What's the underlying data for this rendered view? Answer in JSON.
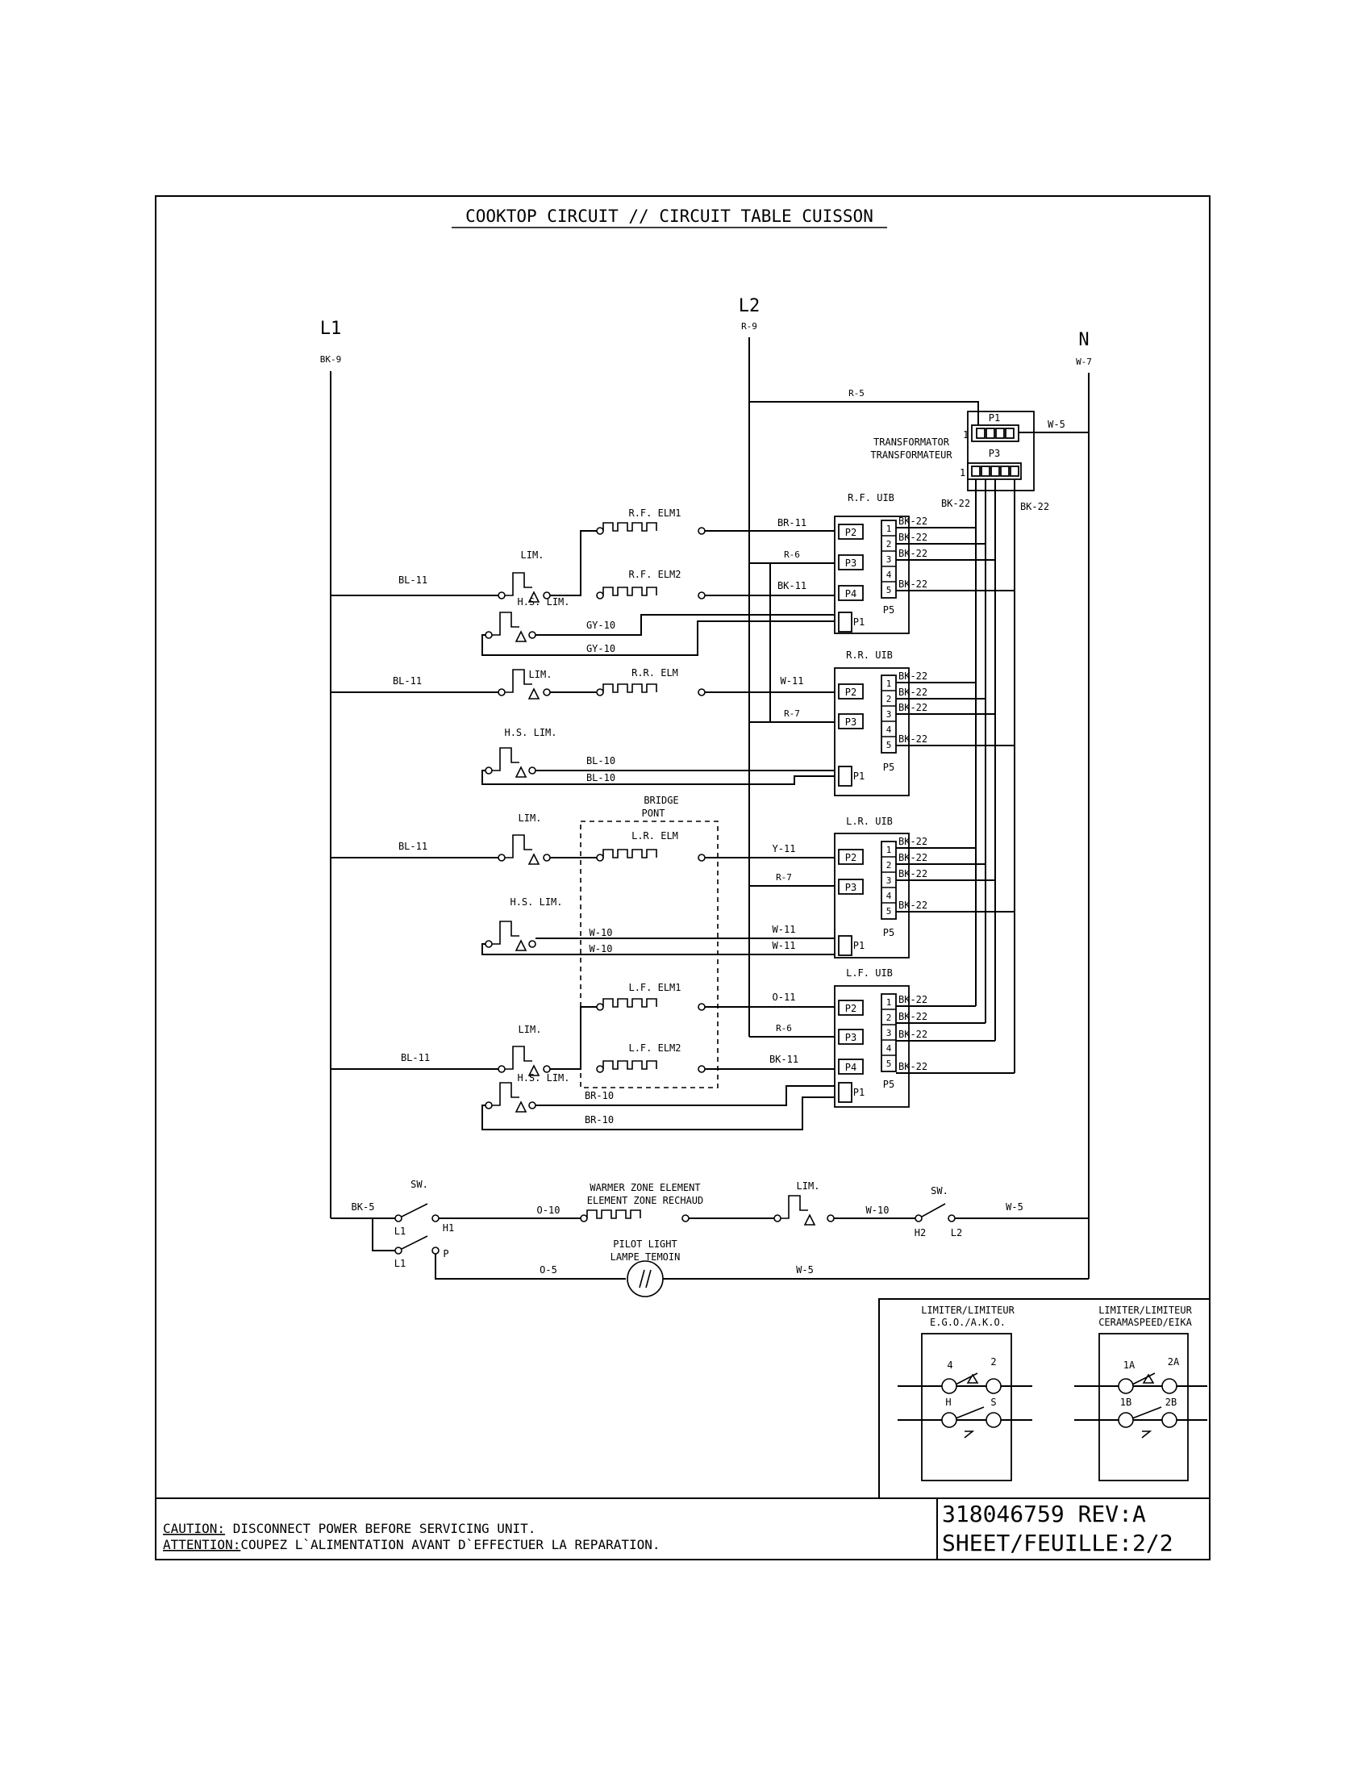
{
  "title": "COOKTOP CIRCUIT // CIRCUIT TABLE CUISSON",
  "supply": {
    "l1": "L1",
    "l1_wire": "BK-9",
    "l2": "L2",
    "l2_wire": "R-9",
    "n": "N",
    "n_wire": "W-7"
  },
  "transformer": {
    "name": "TRANSFORMATOR",
    "name_fr": "TRANSFORMATEUR",
    "p1": "P1",
    "p3": "P3",
    "pin1": "1",
    "wire_r": "R-5",
    "wire_w": "W-5",
    "bk_left": "BK-22",
    "bk_right": "BK-22"
  },
  "uibs": [
    {
      "name": "R.F. UIB",
      "p2": "P2",
      "p3": "P3",
      "p4": "P4",
      "p1": "P1",
      "p5": "P5",
      "wire_p2": "BR-11",
      "wire_p3": "R-6",
      "wire_p4": "BK-11",
      "pins": [
        "1",
        "2",
        "3",
        "4",
        "5"
      ],
      "bk": [
        "BK-22",
        "BK-22",
        "BK-22",
        "BK-22"
      ]
    },
    {
      "name": "R.R. UIB",
      "p2": "P2",
      "p3": "P3",
      "p1": "P1",
      "p5": "P5",
      "wire_p2": "W-11",
      "wire_p3": "R-7",
      "pins": [
        "1",
        "2",
        "3",
        "4",
        "5"
      ],
      "bk": [
        "BK-22",
        "BK-22",
        "BK-22",
        "BK-22"
      ]
    },
    {
      "name": "L.R. UIB",
      "p2": "P2",
      "p3": "P3",
      "p1": "P1",
      "p5": "P5",
      "wire_p2": "Y-11",
      "wire_p3": "R-7",
      "wire_p1a": "W-11",
      "wire_p1b": "W-11",
      "pins": [
        "1",
        "2",
        "3",
        "4",
        "5"
      ],
      "bk": [
        "BK-22",
        "BK-22",
        "BK-22",
        "BK-22"
      ]
    },
    {
      "name": "L.F. UIB",
      "p2": "P2",
      "p3": "P3",
      "p4": "P4",
      "p1": "P1",
      "p5": "P5",
      "wire_p2": "O-11",
      "wire_p3": "R-6",
      "wire_p4": "BK-11",
      "pins": [
        "1",
        "2",
        "3",
        "4",
        "5"
      ],
      "bk": [
        "BK-22",
        "BK-22",
        "BK-22",
        "BK-22"
      ]
    }
  ],
  "elements": {
    "rf1": "R.F. ELM1",
    "rf2": "R.F. ELM2",
    "rr": "R.R. ELM",
    "lr": "L.R. ELM",
    "lf1": "L.F. ELM1",
    "lf2": "L.F. ELM2"
  },
  "limiters": {
    "lim": "LIM.",
    "hs": "H.S. LIM."
  },
  "wires": {
    "bl11": "BL-11",
    "gy10": "GY-10",
    "bl10": "BL-10",
    "w10": "W-10",
    "br10": "BR-10"
  },
  "bridge": {
    "label": "BRIDGE",
    "label_fr": "PONT"
  },
  "warmer": {
    "sw": "SW.",
    "bk5": "BK-5",
    "l1": "L1",
    "h1": "H1",
    "p": "P",
    "element": "WARMER ZONE ELEMENT",
    "element_fr": "ELEMENT ZONE RECHAUD",
    "o10": "O-10",
    "lim": "LIM.",
    "w10": "W-10",
    "h2": "H2",
    "l2": "L2",
    "w5": "W-5",
    "pilot": "PILOT LIGHT",
    "pilot_fr": "LAMPE TEMOIN",
    "o5": "O-5",
    "pilot_w5": "W-5"
  },
  "legend": {
    "ego_title": "LIMITER/LIMITEUR",
    "ego_sub": "E.G.O./A.K.O.",
    "ego_pins": [
      "4",
      "2",
      "H",
      "S"
    ],
    "cs_title": "LIMITER/LIMITEUR",
    "cs_sub": "CERAMASPEED/EIKA",
    "cs_pins": [
      "1A",
      "2A",
      "1B",
      "2B"
    ]
  },
  "footer": {
    "caution_label": "CAUTION:",
    "caution_text": " DISCONNECT POWER BEFORE SERVICING UNIT.",
    "attention_label": "ATTENTION:",
    "attention_text": "COUPEZ L`ALIMENTATION AVANT D`EFFECTUER LA REPARATION.",
    "part": "318046759 REV:A",
    "sheet": "SHEET/FEUILLE:2/2"
  }
}
